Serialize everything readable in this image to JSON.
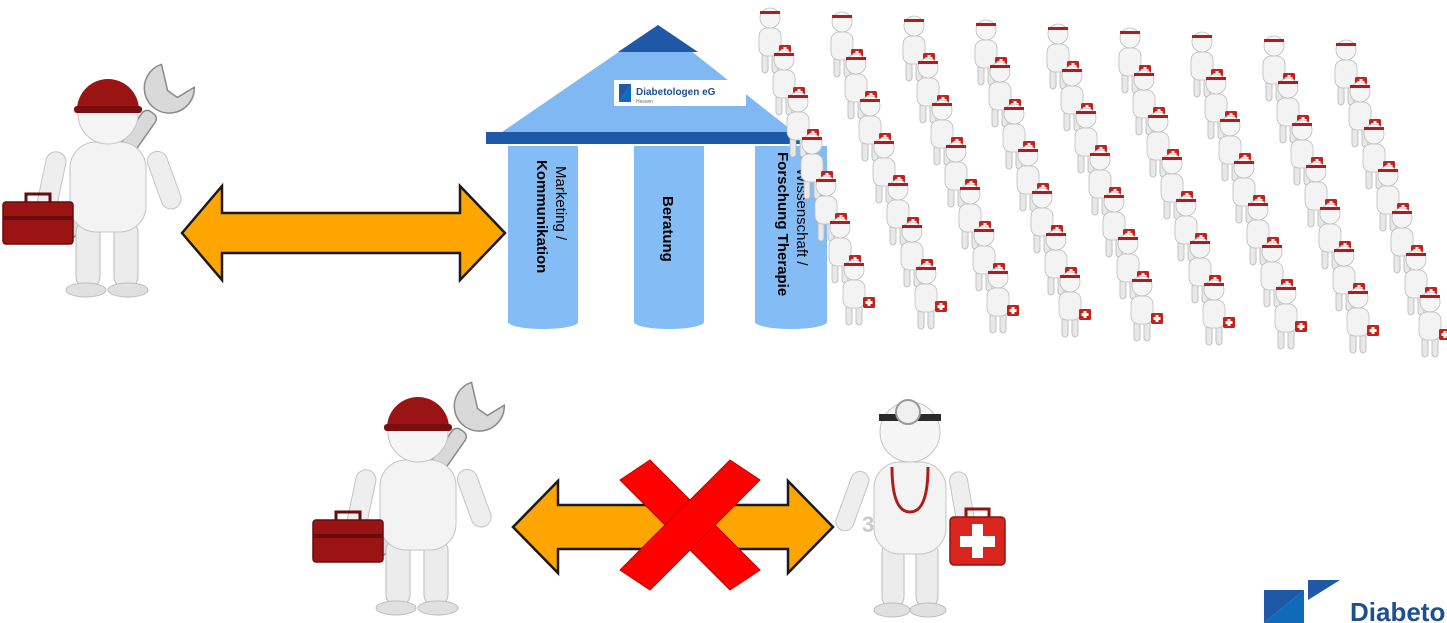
{
  "building": {
    "roof_logo": {
      "name": "Diabetologen eG",
      "sub": "Hessen"
    },
    "pillars": [
      {
        "line1": "Marketing /",
        "line2": "Kommunikation"
      },
      {
        "line1": "Beratung",
        "line2": ""
      },
      {
        "line1": "Wissenschaft  /",
        "line2": "Forschung Therapie"
      }
    ]
  },
  "brand_logo": {
    "text": "Diabeto"
  },
  "watermark": "3RF",
  "colors": {
    "arrow_fill": "#ffa500",
    "cross": "#ff0000",
    "roof_light": "#7fb8f2",
    "roof_dark": "#1f58a6",
    "pillar": "#84bdf5",
    "toolbox": "#9b1414",
    "brand": "#1e4f91"
  },
  "icons": {
    "mechanic": "mechanic-with-wrench-and-toolbox-icon",
    "doctor": "doctor-with-medical-kit-icon",
    "arrow": "double-headed-arrow-icon",
    "cross": "red-x-cross-icon"
  }
}
